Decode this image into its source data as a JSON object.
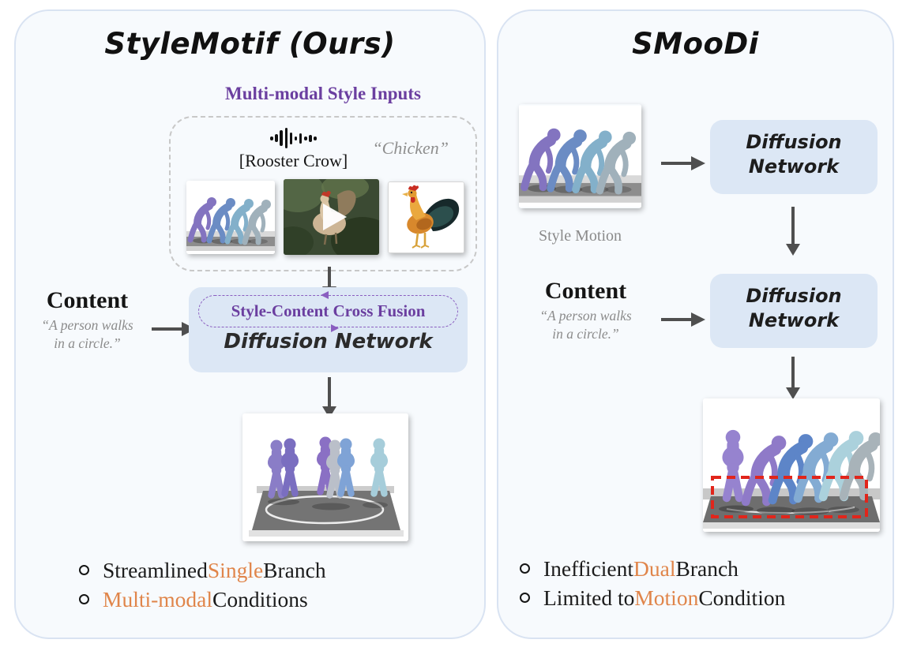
{
  "colors": {
    "panel_background": "#F7FAFD",
    "panel_border": "#D9E3F2",
    "network_box_blue": "#DCE7F5",
    "accent_purple": "#6B3FA0",
    "pill_border_purple": "#8A5EC0",
    "accent_orange": "#E0854A",
    "text_dark": "#1B1B1B",
    "muted_gray": "#8B8B8B",
    "arrow_gray": "#4F4F4F",
    "highlight_red": "#E1251B"
  },
  "left_panel": {
    "title": "StyleMotif (Ours)",
    "style_inputs": {
      "heading": "Multi-modal Style Inputs",
      "audio_icon": "audio-waveform-icon",
      "audio_label": "[Rooster Crow]",
      "text_prompt": "“Chicken”",
      "images": [
        "style-motion-sequence",
        "rooster-video-thumbnail",
        "rooster-photo"
      ]
    },
    "content_input": {
      "heading": "Content",
      "quote_line1": "“A person walks",
      "quote_line2": "in a circle.”"
    },
    "network": {
      "fusion_label": "Style-Content Cross Fusion",
      "name": "Diffusion Network"
    },
    "bullets": [
      {
        "segments": [
          {
            "text": "Streamlined ",
            "highlight": false
          },
          {
            "text": "Single",
            "highlight": true
          },
          {
            "text": " Branch",
            "highlight": false
          }
        ]
      },
      {
        "segments": [
          {
            "text": "Multi-modal",
            "highlight": true
          },
          {
            "text": " Conditions",
            "highlight": false
          }
        ]
      }
    ]
  },
  "right_panel": {
    "title": "SMooDi",
    "style_motion_label": "Style Motion",
    "network_top": {
      "line1": "Diffusion",
      "line2": "Network"
    },
    "content_input": {
      "heading": "Content",
      "quote_line1": "“A person walks",
      "quote_line2": "in a circle.”"
    },
    "network_bottom": {
      "line1": "Diffusion",
      "line2": "Network"
    },
    "bullets": [
      {
        "segments": [
          {
            "text": "Inefficient ",
            "highlight": false
          },
          {
            "text": "Dual",
            "highlight": true
          },
          {
            "text": " Branch",
            "highlight": false
          }
        ]
      },
      {
        "segments": [
          {
            "text": "Limited to ",
            "highlight": false
          },
          {
            "text": "Motion",
            "highlight": true
          },
          {
            "text": " Condition",
            "highlight": false
          }
        ]
      }
    ]
  }
}
